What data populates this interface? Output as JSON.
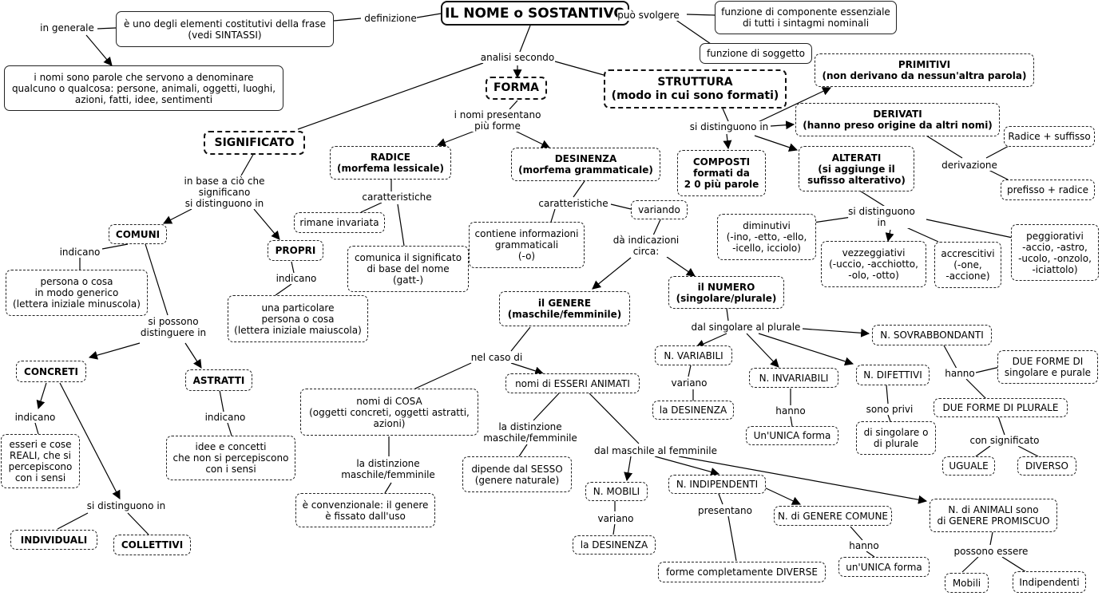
{
  "nodes": {
    "title": "IL NOME o SOSTANTIVO",
    "def": "è uno degli elementi costitutivi della frase\n(vedi SINTASSI)",
    "nomi_parole": "i nomi sono parole che servono a denominare\nqualcuno o qualcosa: persone, animali, oggetti, luoghi,\nazioni, fatti, idee, sentimenti",
    "funz_comp": "funzione di componente essenziale\ndi tutti i sintagmi nominali",
    "funz_sogg": "funzione di soggetto",
    "forma": "FORMA",
    "struttura": "STRUTTURA\n(modo in cui sono formati)",
    "significato": "SIGNIFICATO",
    "primitivi": "PRIMITIVI\n(non derivano da nessun'altra parola)",
    "derivati": "DERIVATI\n(hanno preso origine da altri nomi)",
    "rad_suff": "Radice + suffisso",
    "pref_rad": "prefisso + radice",
    "radice": "RADICE\n(morfema lessicale)",
    "desinenza": "DESINENZA\n(morfema grammaticale)",
    "composti": "COMPOSTI\nformati da\n2 0 più parole",
    "alterati": "ALTERATI\n(si aggiunge il\nsufisso alterativo)",
    "diminutivi": "diminutivi\n(-ino, -etto, -ello,\n-icello, icciolo)",
    "vezzeggiativi": "vezzeggiativi\n(-uccio, -acchiotto,\n-olo, -otto)",
    "accrescitivi": "accrescitivi\n(-one,\n-accione)",
    "peggiorativi": "peggiorativi\n-accio, -astro,\n-ucolo, -onzolo,\n-iciattolo)",
    "rimane": "rimane invariata",
    "comunica": "comunica il significato\ndi base del nome\n(gatt-)",
    "contiene": "contiene informazioni\ngrammaticali\n(-o)",
    "variando": "variando",
    "comuni": "COMUNI",
    "propri": "PROPRI",
    "pers_cosa_gen": "persona o cosa\nin modo generico\n(lettera iniziale minuscola)",
    "part_pers": "una particolare\npersona o cosa\n(lettera iniziale maiuscola)",
    "genere": "il GENERE\n(maschile/femminile)",
    "numero": "il NUMERO\n(singolare/plurale)",
    "concreti": "CONCRETI",
    "astratti": "ASTRATTI",
    "esseri_cose": "esseri e cose\nREALI, che si\npercepiscono\ncon i sensi",
    "idee_concetti": "idee e concetti\nche non si percepiscono\ncon i sensi",
    "individuali": "INDIVIDUALI",
    "collettivi": "COLLETTIVI",
    "nomi_cosa": "nomi di COSA\n(oggetti concreti, oggetti astratti,\nazioni)",
    "nomi_esseri": "nomi di ESSERI ANIMATI",
    "convenzionale": "è convenzionale: il genere\nè fissato dall'uso",
    "dipende": "dipende dal SESSO\n(genere naturale)",
    "n_variabili": "N. VARIABILI",
    "la_des1": "la DESINENZA",
    "n_invariabili": "N. INVARIABILI",
    "unica_forma1": "Un'UNICA forma",
    "n_difettivi": "N. DIFETTIVI",
    "sing_plur": "di singolare o\ndi plurale",
    "n_sovrab": "N. SOVRABBONDANTI",
    "due_forme_sp": "DUE FORME DI\nsingolare e purale",
    "due_forme_pl": "DUE FORME DI PLURALE",
    "uguale": "UGUALE",
    "diverso": "DIVERSO",
    "n_mobili": "N. MOBILI",
    "la_des2": "la DESINENZA",
    "n_indip": "N. INDIPENDENTI",
    "forme_diverse": "forme completamente DIVERSE",
    "n_gen_com": "N. di GENERE COMUNE",
    "unica_forma2": "un'UNICA forma",
    "n_promiscuo": "N. di ANIMALI sono\ndi GENERE PROMISCUO",
    "mobili": "Mobili",
    "indipendenti": "Indipendenti"
  },
  "labels": {
    "definizione": "definizione",
    "in_generale": "in generale",
    "svolgere": "può svolgere",
    "analisi": "analisi secondo",
    "presentano": "i nomi presentano\npiù forme",
    "distinguono1": "si distinguono in",
    "derivazione": "derivazione",
    "base_cio": "in base a ciò che\nsignificano\nsi distinguono in",
    "caratt1": "caratteristiche",
    "caratt2": "caratteristiche",
    "distinguono2": "si distinguono\nin",
    "indicano1": "indicano",
    "indicano2": "indicano",
    "da_indicazioni": "dà indicazioni\ncirca:",
    "possono_dist": "si possono\ndistinguere in",
    "indicano3": "indicano",
    "indicano4": "indicano",
    "dist_in": "si distinguono in",
    "nel_caso": "nel caso di",
    "dal_sing": "dal singolare al plurale",
    "la_dist1": "la distinzione\nmaschile/femminile",
    "la_dist2": "la distinzione\nmaschile/femminile",
    "dal_masch": "dal maschile al femminile",
    "variano1": "variano",
    "hanno1": "hanno",
    "sono_privi": "sono privi",
    "hanno2": "hanno",
    "con_sign": "con significato",
    "variano2": "variano",
    "presentano2": "presentano",
    "hanno3": "hanno",
    "possono_essere": "possono essere"
  }
}
